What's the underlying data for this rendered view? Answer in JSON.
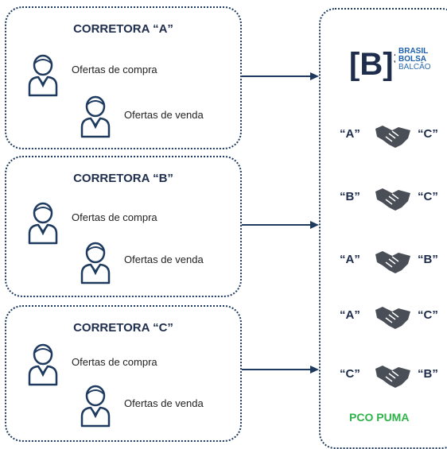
{
  "brokers": [
    {
      "title": "CORRETORA “A”",
      "buy_label": "Ofertas de compra",
      "sell_label": "Ofertas de venda"
    },
    {
      "title": "CORRETORA “B”",
      "buy_label": "Ofertas de compra",
      "sell_label": "Ofertas de venda"
    },
    {
      "title": "CORRETORA “C”",
      "buy_label": "Ofertas de compra",
      "sell_label": "Ofertas de venda"
    }
  ],
  "exchange": {
    "logo_text": "[B]³",
    "logo_line1": "BRASIL",
    "logo_line2": "BOLSA",
    "logo_line3": "BALCÃO",
    "matches": [
      {
        "left": "“A”",
        "right": "“C”"
      },
      {
        "left": "“B”",
        "right": "“C”"
      },
      {
        "left": "“A”",
        "right": "“B”"
      },
      {
        "left": "“A”",
        "right": "“C”"
      },
      {
        "left": "“C”",
        "right": "“B”"
      }
    ],
    "footer_label": "PCO PUMA"
  },
  "colors": {
    "navy": "#1e3a5f",
    "green": "#2db34a",
    "brand_blue": "#1d5fa8"
  },
  "icons": [
    "person-icon",
    "handshake-icon",
    "arrow-icon"
  ]
}
